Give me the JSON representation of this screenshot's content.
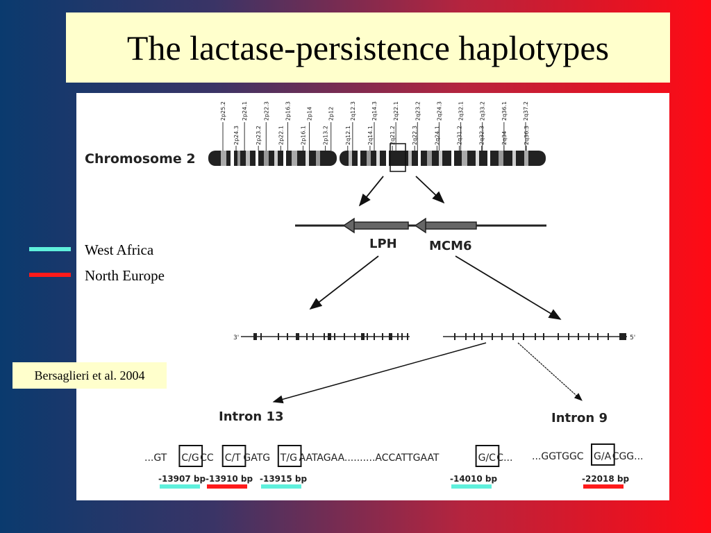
{
  "slide": {
    "title": "The lactase-persistence haplotypes",
    "citation": "Bersaglieri et al. 2004"
  },
  "legend": [
    {
      "label": "West Africa",
      "color": "#5ff0dc"
    },
    {
      "label": "North Europe",
      "color": "#ff1a1a"
    }
  ],
  "diagram": {
    "chromosome_label": "Chromosome 2",
    "bands_top": [
      "2p25.2",
      "2p24.1",
      "2p22.3",
      "2p16.3",
      "2p14",
      "2p12",
      "2q12.3",
      "2q14.3",
      "2q22.1",
      "2q23.2",
      "2q24.3",
      "2q32.1",
      "2q33.2",
      "2q36.1",
      "2q37.2"
    ],
    "bands_bottom": [
      "2p24.3",
      "2p23.2",
      "2p22.1",
      "2p16.1",
      "2p13.2",
      "2q12.1",
      "2q14.1",
      "2q21.2",
      "2q22.3",
      "2q24.1",
      "2q31.2",
      "2q32.3",
      "2q34",
      "2q36.3"
    ],
    "gene_lph": "LPH",
    "gene_mcm6": "MCM6",
    "strand_3": "3'",
    "strand_5": "5'",
    "intron13": "Intron 13",
    "intron9": "Intron 9",
    "seq13": [
      {
        "t": "...GT ",
        "box": false
      },
      {
        "t": "C/G",
        "box": true
      },
      {
        "t": " CC ",
        "box": false
      },
      {
        "t": "C/T",
        "box": true
      },
      {
        "t": " GATG ",
        "box": false
      },
      {
        "t": "T/G",
        "box": true
      },
      {
        "t": " AATAGAA..........ACCATTGAAT ",
        "box": false
      },
      {
        "t": "G/C",
        "box": true
      },
      {
        "t": " C...",
        "box": false
      }
    ],
    "seq9": [
      {
        "t": "...GGTGGC ",
        "box": false
      },
      {
        "t": "G/A",
        "box": true
      },
      {
        "t": " CGG...",
        "box": false
      }
    ],
    "snps": [
      {
        "label": "-13907 bp",
        "color": "#5ff0dc"
      },
      {
        "label": "-13910 bp",
        "color": "#ff1a1a"
      },
      {
        "label": "-13915 bp",
        "color": "#5ff0dc"
      },
      {
        "label": "-14010 bp",
        "color": "#5ff0dc"
      },
      {
        "label": "-22018 bp",
        "color": "#ff1a1a"
      }
    ]
  }
}
